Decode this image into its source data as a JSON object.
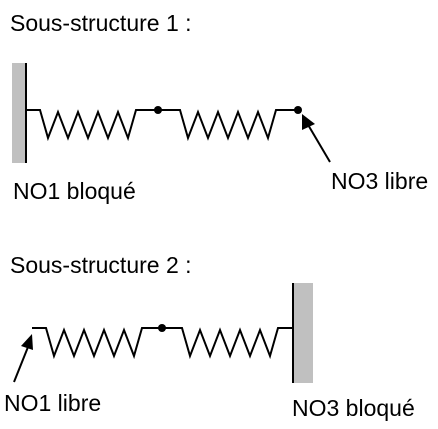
{
  "substructure_1": {
    "title": "Sous-structure 1 :",
    "left_node_label": "NO1 bloqué",
    "right_node_label": "NO3 libre"
  },
  "substructure_2": {
    "title": "Sous-structure 2 :",
    "left_node_label": "NO1 libre",
    "right_node_label": "NO3 bloqué"
  },
  "colors": {
    "line": "#000000",
    "wall_fill": "#c0c0c0",
    "background": "#ffffff"
  }
}
